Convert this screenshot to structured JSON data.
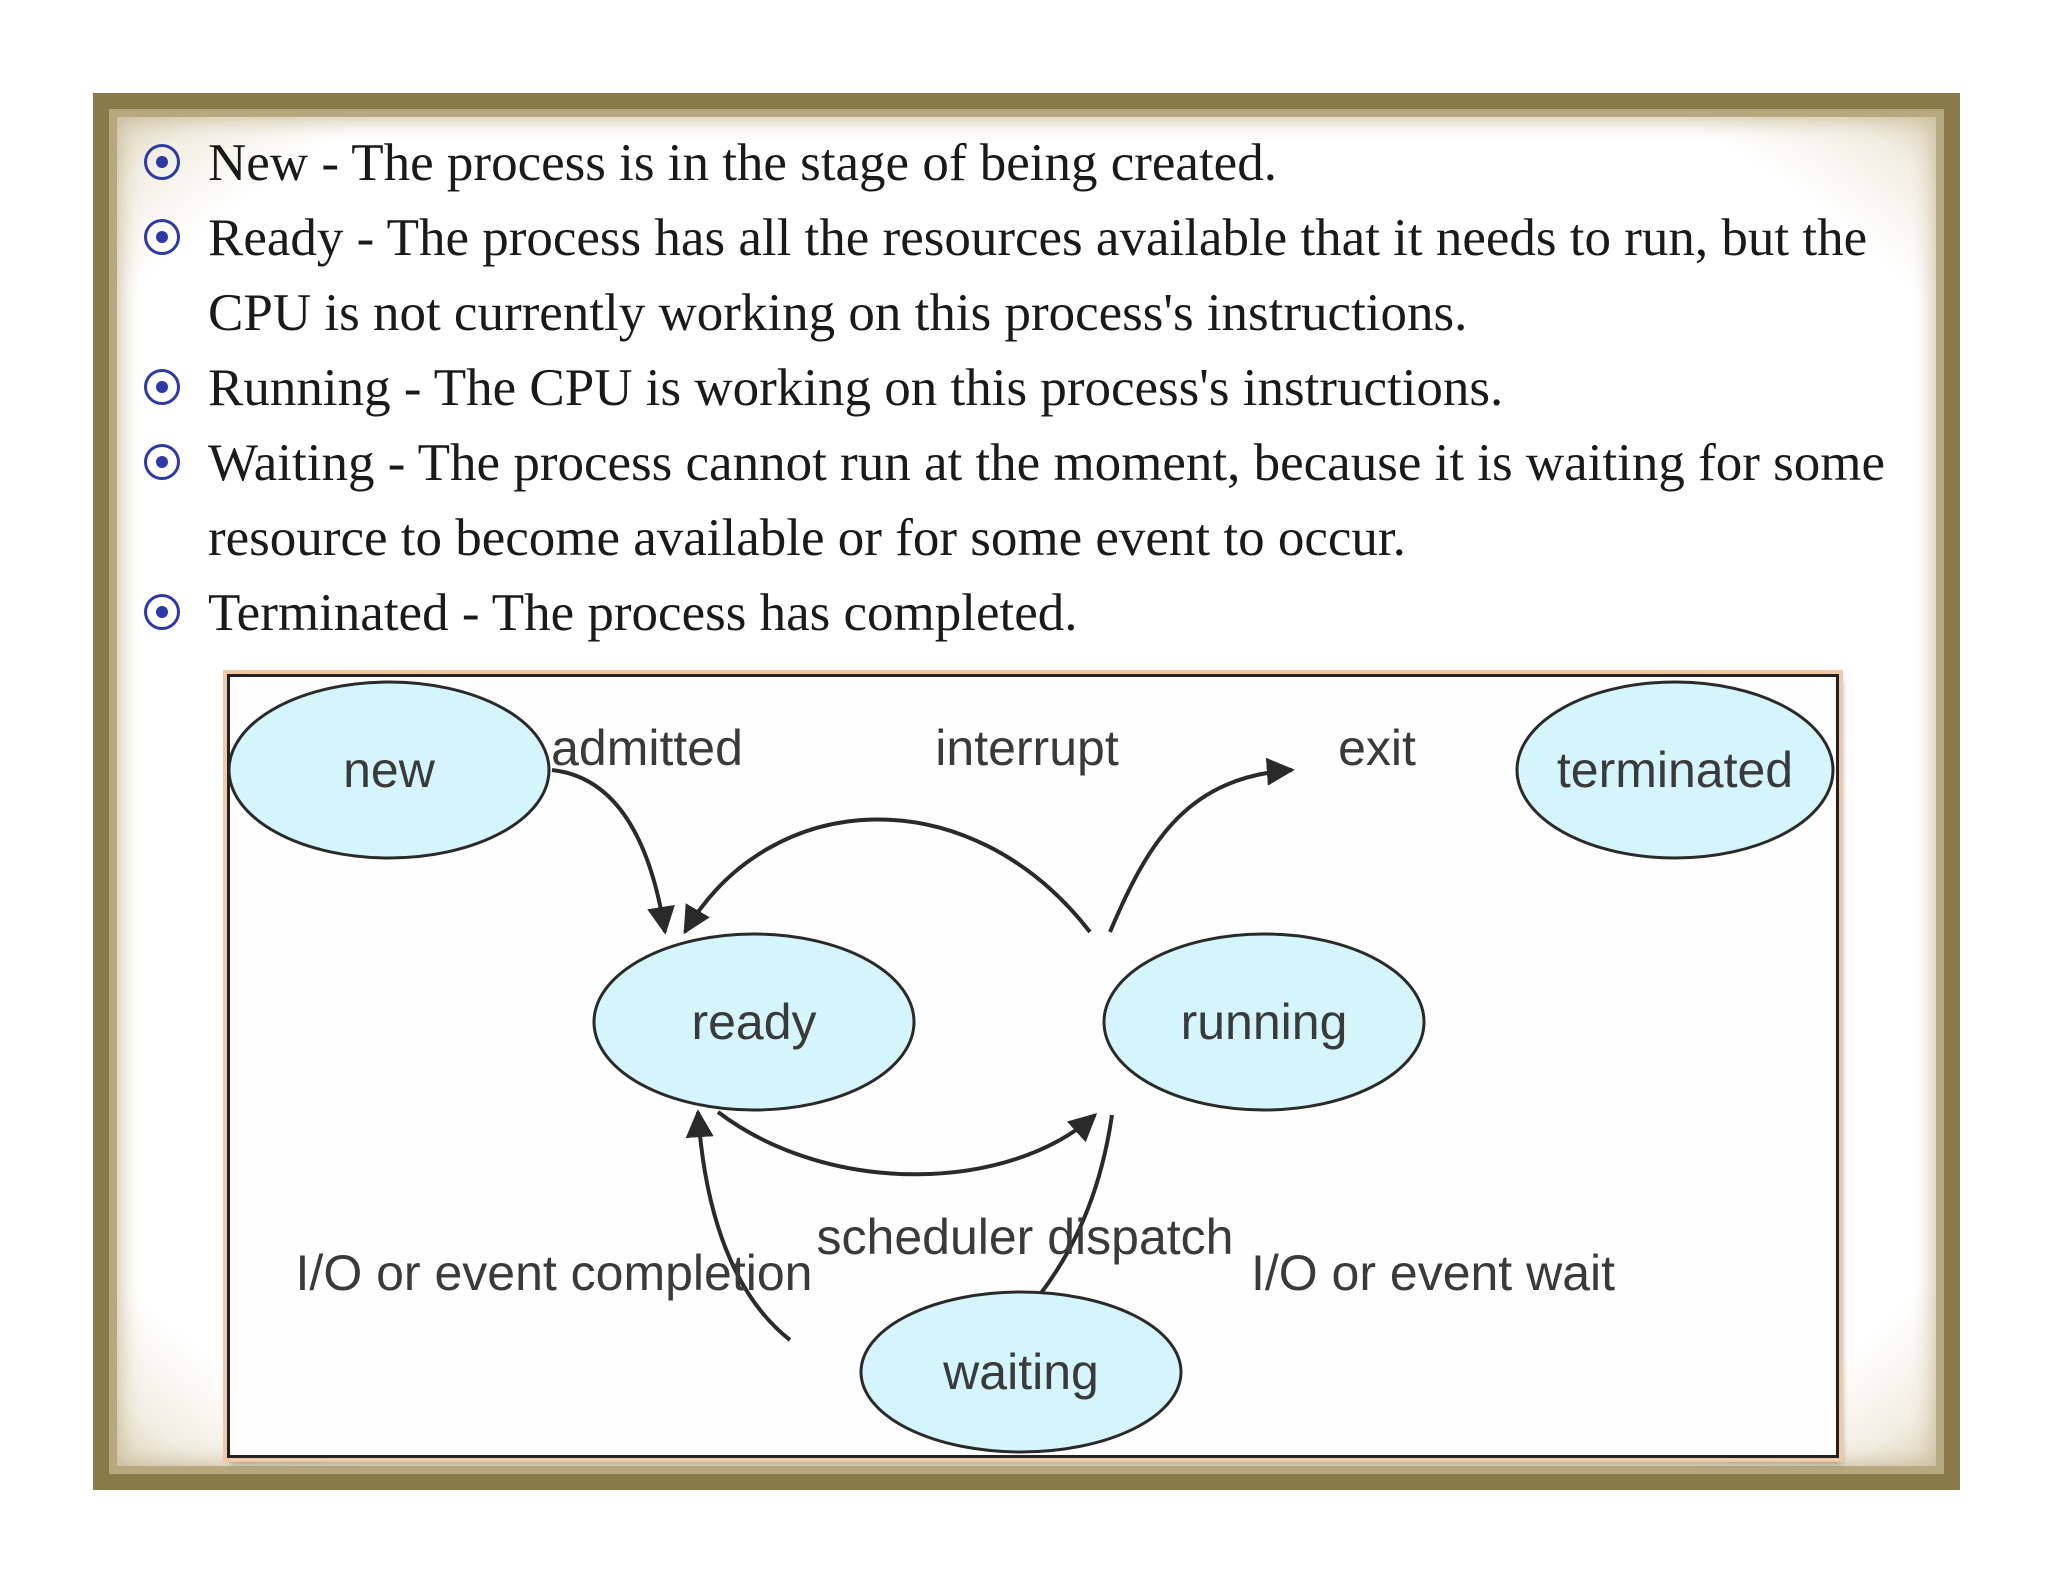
{
  "bullets": [
    {
      "term": "New",
      "text": "New - The process is in the stage of being created."
    },
    {
      "term": "Ready",
      "text": "Ready - The process has all the resources available that it needs to run, but the CPU is not currently working on this process's instructions."
    },
    {
      "term": "Running",
      "text": "Running - The CPU is working on this process's instructions."
    },
    {
      "term": "Waiting",
      "text": "Waiting - The process cannot run at the moment, because it is waiting for some resource to become available or for some event to occur."
    },
    {
      "term": "Terminated",
      "text": "Terminated - The process has completed."
    }
  ],
  "diagram": {
    "states": {
      "new": "new",
      "ready": "ready",
      "running": "running",
      "waiting": "waiting",
      "terminated": "terminated"
    },
    "transitions": {
      "admitted": "admitted",
      "interrupt": "interrupt",
      "exit": "exit",
      "scheduler_dispatch": "scheduler dispatch",
      "io_event_completion": "I/O or event completion",
      "io_event_wait": "I/O or event wait"
    }
  },
  "colors": {
    "state_fill": "#d4f5fb",
    "bullet": "#2b3aa8",
    "frame": "#8a7a4a"
  }
}
